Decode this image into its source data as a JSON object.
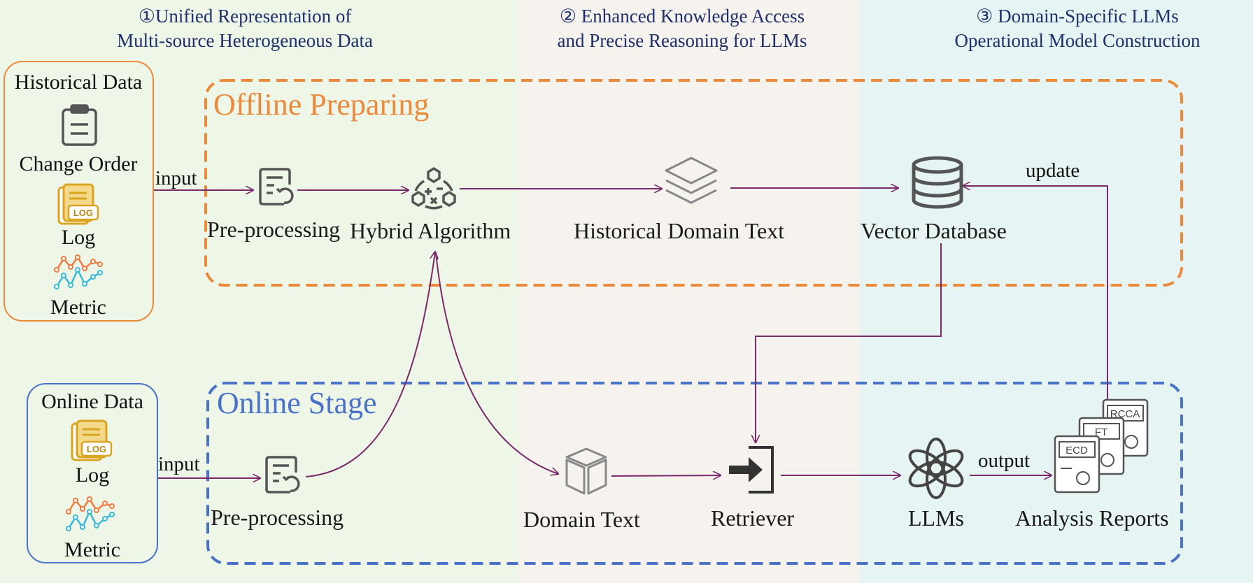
{
  "headers": {
    "h1": {
      "line1": "①Unified Representation of",
      "line2": "Multi-source Heterogeneous Data"
    },
    "h2": {
      "line1": "② Enhanced Knowledge Access",
      "line2": "and Precise Reasoning for LLMs"
    },
    "h3": {
      "line1": "③ Domain-Specific LLMs",
      "line2": "Operational Model Construction"
    }
  },
  "stages": {
    "offline": {
      "title": "Offline Preparing",
      "color": "#ea8a3a"
    },
    "online": {
      "title": "Online Stage",
      "color": "#4a72c8"
    }
  },
  "historical_sources": {
    "title": "Historical Data",
    "items": [
      "Change Order",
      "Log",
      "Metric"
    ]
  },
  "online_sources": {
    "title": "Online Data",
    "items": [
      "Log",
      "Metric"
    ]
  },
  "nodes": {
    "off_preprocessing": "Pre-processing",
    "hybrid_algorithm": "Hybrid Algorithm",
    "historical_domain_text": "Historical Domain Text",
    "vector_database": "Vector Database",
    "on_preprocessing": "Pre-processing",
    "domain_text": "Domain Text",
    "retriever": "Retriever",
    "llms": "LLMs",
    "analysis_reports": "Analysis Reports"
  },
  "edge_labels": {
    "input_offline": "input",
    "input_online": "input",
    "update": "update",
    "output": "output"
  },
  "icon_text": {
    "log": "LOG",
    "report_1": "ECD",
    "report_2": "FT",
    "report_3": "RCCA"
  },
  "colors": {
    "arrow": "#7a2a6a",
    "icon": "#555555",
    "log_icon": "#d9a520",
    "metric_a": "#f07a3c",
    "metric_b": "#3ab8d8",
    "zone1": "#eef6e8",
    "zone2": "#f6f2ee",
    "zone3": "#e6f4f4"
  }
}
